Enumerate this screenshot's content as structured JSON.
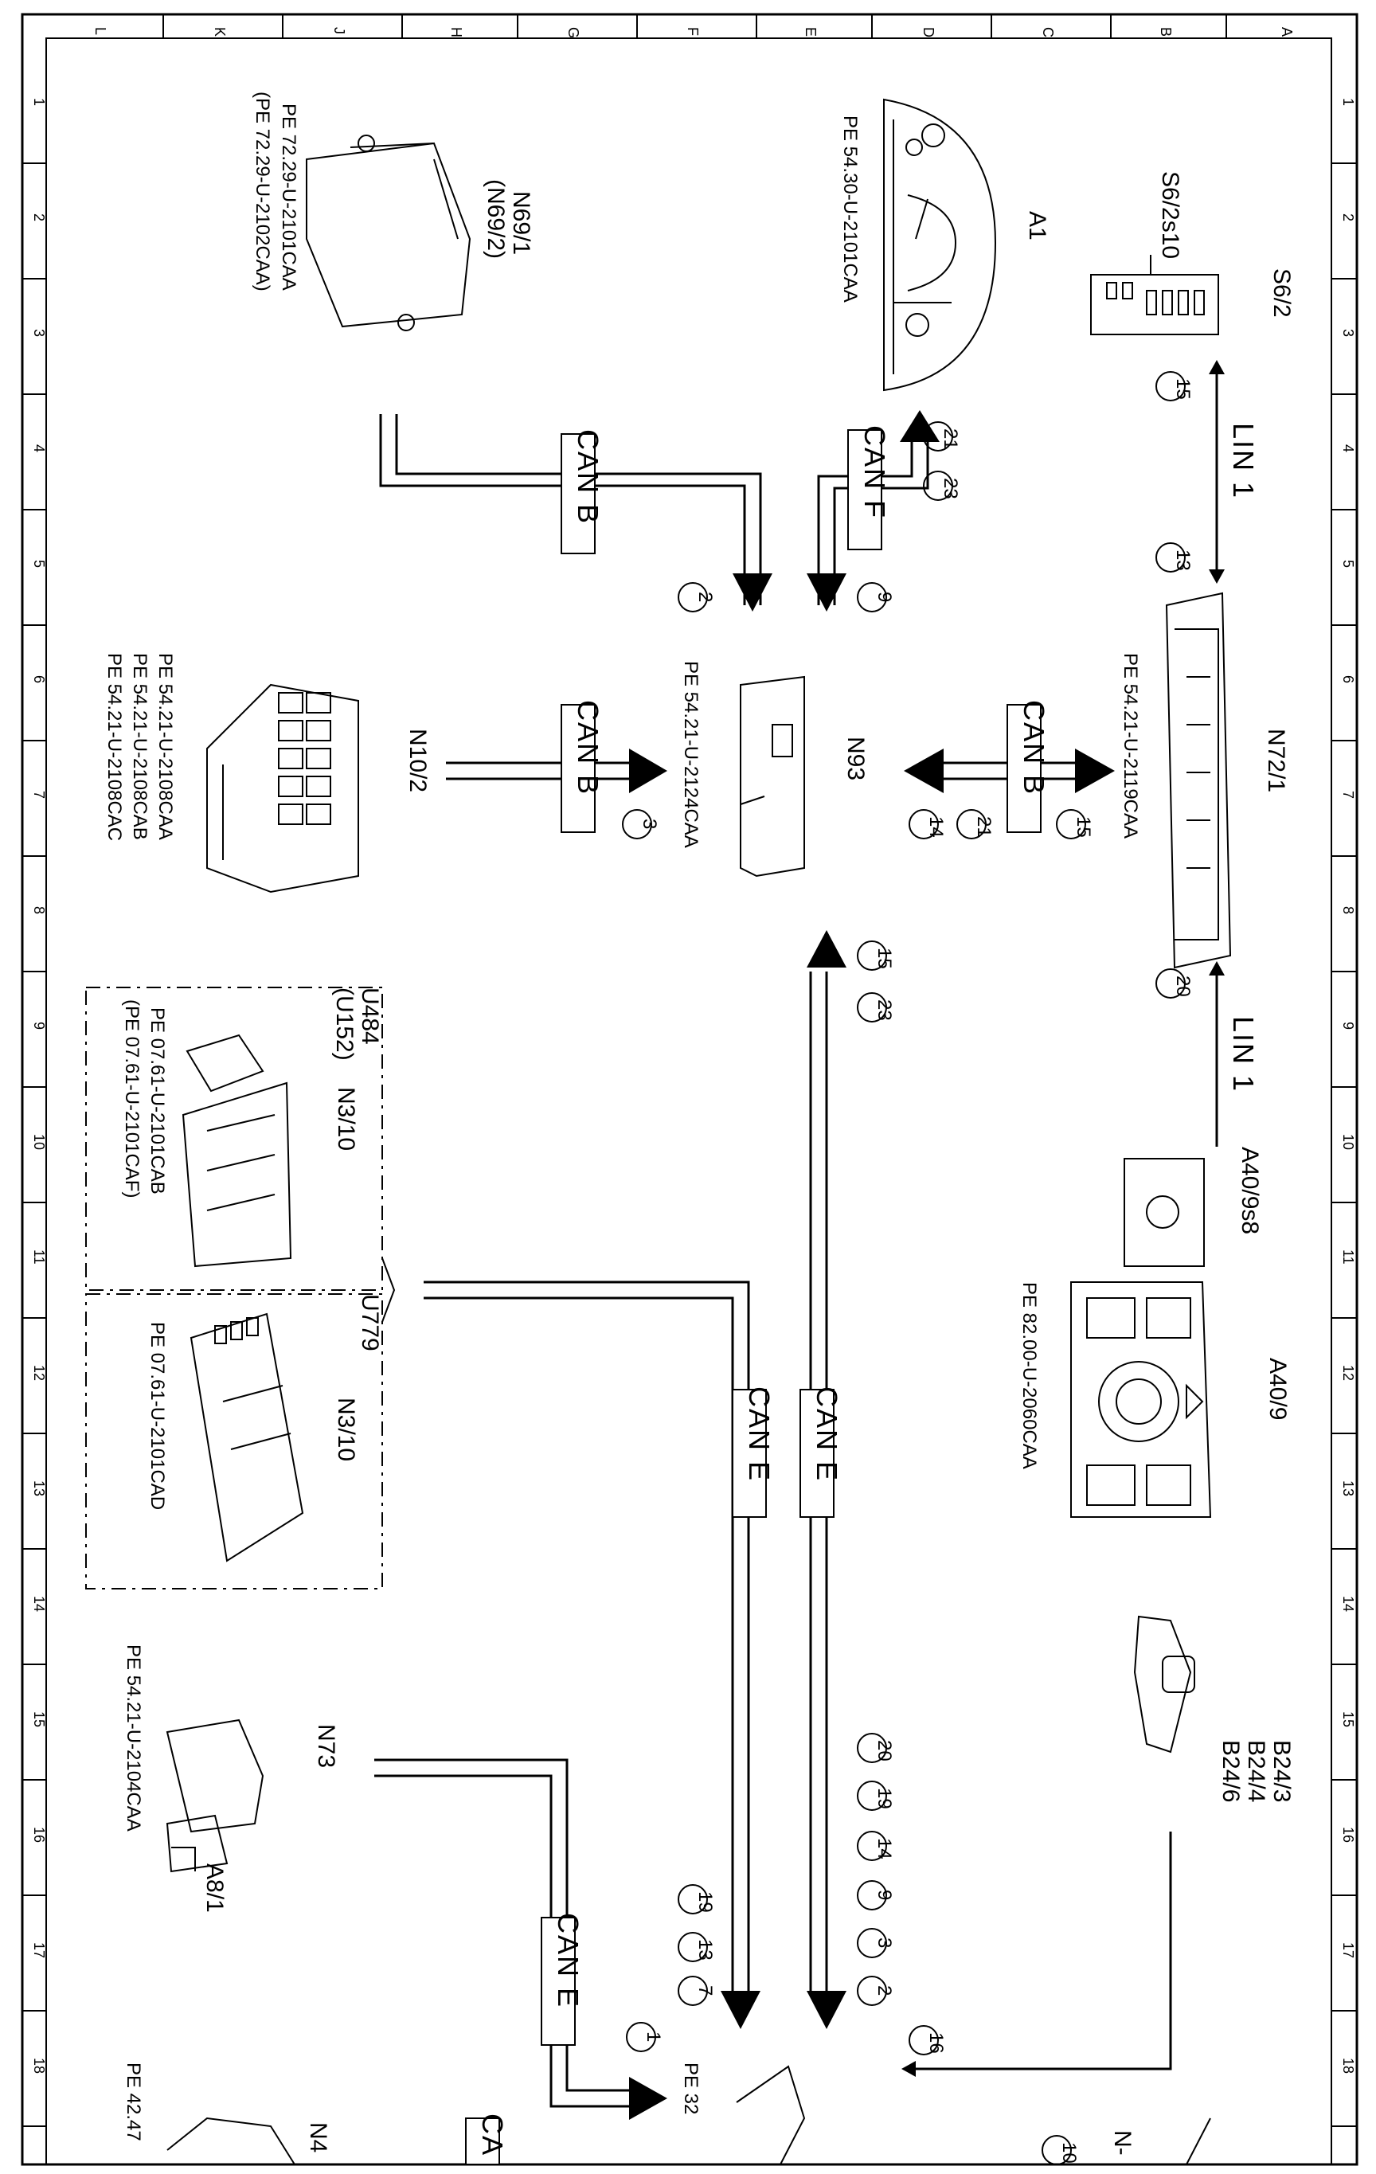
{
  "grid": {
    "columns": [
      "L",
      "K",
      "J",
      "H",
      "G",
      "F",
      "E",
      "D",
      "C",
      "B",
      "A"
    ],
    "rows": [
      "1",
      "2",
      "3",
      "4",
      "5",
      "6",
      "7",
      "8",
      "9",
      "10",
      "11",
      "12",
      "13",
      "14",
      "15",
      "16",
      "17",
      "18"
    ]
  },
  "components": {
    "s6_2": {
      "code": "S6/2",
      "switch": "S6/2s10"
    },
    "a1": {
      "code": "A1",
      "ref": "PE 54.30-U-2101CAA"
    },
    "n69": {
      "code": "N69/1",
      "alt": "(N69/2)",
      "ref1": "PE 72.29-U-2101CAA",
      "ref2": "(PE 72.29-U-2102CAA)"
    },
    "n72": {
      "code": "N72/1",
      "ref": "PE 54.21-U-2119CAA"
    },
    "n93": {
      "code": "N93",
      "ref": "PE 54.21-U-2124CAA"
    },
    "n10": {
      "code": "N10/2",
      "ref1": "PE 54.21-U-2108CAA",
      "ref2": "PE 54.21-U-2108CAB",
      "ref3": "PE 54.21-U-2108CAC"
    },
    "u484": {
      "code": "U484",
      "alt": "(U152)",
      "module": "N3/10",
      "ref1": "PE 07.61-U-2101CAB",
      "ref2": "(PE 07.61-U-2101CAF)"
    },
    "u779": {
      "code": "U779",
      "module": "N3/10",
      "ref": "PE 07.61-U-2101CAD"
    },
    "a40_9s8": {
      "code": "A40/9s8"
    },
    "a40_9": {
      "code": "A40/9",
      "ref": "PE 82.00-U-2060CAA"
    },
    "b24": {
      "line1": "B24/3",
      "line2": "B24/4",
      "line3": "B24/6"
    },
    "n73": {
      "code": "N73",
      "key": "A8/1",
      "ref": "PE 54.21-U-2104CAA"
    },
    "bottom": {
      "n4_partial": "N4",
      "ref_partial": "PE 42.47",
      "center_ref_partial": "PE 32",
      "right_partial": "N-"
    }
  },
  "bus_labels": {
    "can_b": "CAN B",
    "can_f": "CAN F",
    "can_e": "CAN E",
    "lin_1": "LIN 1",
    "can_partial": "CA"
  },
  "signals": {
    "s15_top": "15",
    "s13_top": "13",
    "s21_a1": "21",
    "s23_a1": "23",
    "s9_a1": "9",
    "s2_n69": "2",
    "s3_n10": "3",
    "s15_n72": "15",
    "s21_n72": "21",
    "s14_n72": "14",
    "s15_cane": "15",
    "s23_cane": "23",
    "s20_lin": "20",
    "s20_low": "20",
    "s19_low": "19",
    "s14_low": "14",
    "s9_low": "9",
    "s3_low": "3",
    "s2_low": "2",
    "s19_l": "19",
    "s13_l": "13",
    "s7_l": "7",
    "s1_n73": "1",
    "s16_b24": "16",
    "s10_bottom": "10"
  }
}
